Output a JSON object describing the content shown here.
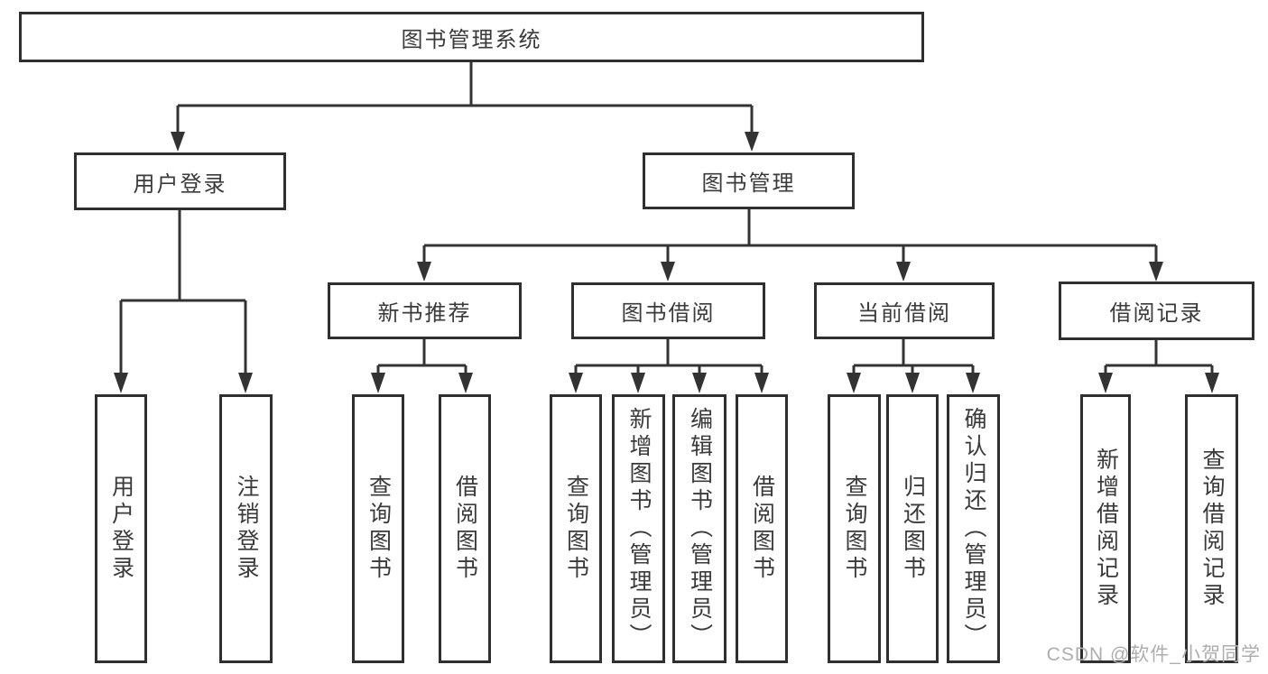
{
  "tree": {
    "root": "图书管理系统",
    "user_login": {
      "label": "用户登录",
      "children": [
        "用户登录",
        "注销登录"
      ]
    },
    "book_management": {
      "label": "图书管理",
      "sections": {
        "new_book_recommend": {
          "label": "新书推荐",
          "children": [
            "查询图书",
            "借阅图书"
          ]
        },
        "book_borrow": {
          "label": "图书借阅",
          "children": [
            "查询图书",
            "新增图书（管理员）",
            "编辑图书（管理员）",
            "借阅图书"
          ]
        },
        "current_borrow": {
          "label": "当前借阅",
          "children": [
            "查询图书",
            "归还图书",
            "确认归还（管理员）"
          ]
        },
        "borrow_records": {
          "label": "借阅记录",
          "children": [
            "新增借阅记录",
            "查询借阅记录"
          ]
        }
      }
    }
  },
  "watermark": "CSDN @软件_小贺同学",
  "colors": {
    "line": "#333333",
    "text": "#3a3a3a",
    "watermark": "#aeaeae",
    "background": "#ffffff"
  }
}
